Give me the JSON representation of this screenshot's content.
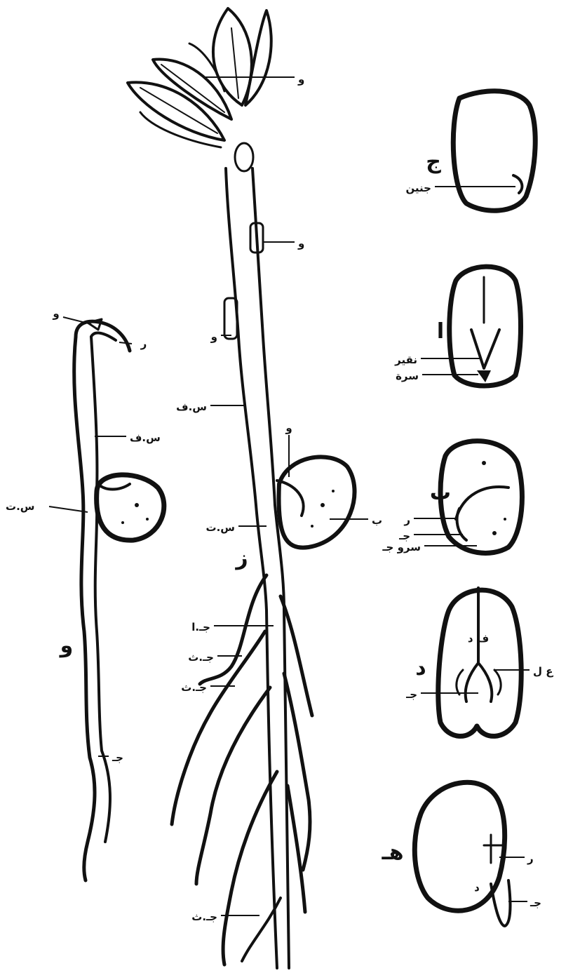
{
  "figure": {
    "ink_color": "#111111",
    "paper_color": "#ffffff",
    "seeds": {
      "jeem": {
        "letter": "ج",
        "labels": [
          "جنين"
        ]
      },
      "alef": {
        "letter": "ا",
        "labels": [
          "نقير",
          "سرة"
        ]
      },
      "beh": {
        "letter": "ب",
        "labels": [
          "ر",
          "جـ",
          "سرو جـ"
        ]
      },
      "dal": {
        "letter": "د",
        "labels": [
          "ف د",
          "ع ل",
          "جـ"
        ]
      },
      "heh": {
        "letter": "هـ",
        "labels": [
          "ر",
          "د",
          "جـ"
        ]
      }
    },
    "large_seedling": {
      "letter": "ز",
      "labels": [
        "و",
        "و",
        "و",
        "س.ف",
        "و",
        "ب",
        "س.ت",
        "جـ.ا",
        "جـ.ث",
        "جـ.ث",
        "جـ.ث"
      ]
    },
    "small_seedling": {
      "letter": "و",
      "labels": [
        "و",
        "ر",
        "س.ف",
        "س.ت",
        "جـ"
      ]
    }
  }
}
